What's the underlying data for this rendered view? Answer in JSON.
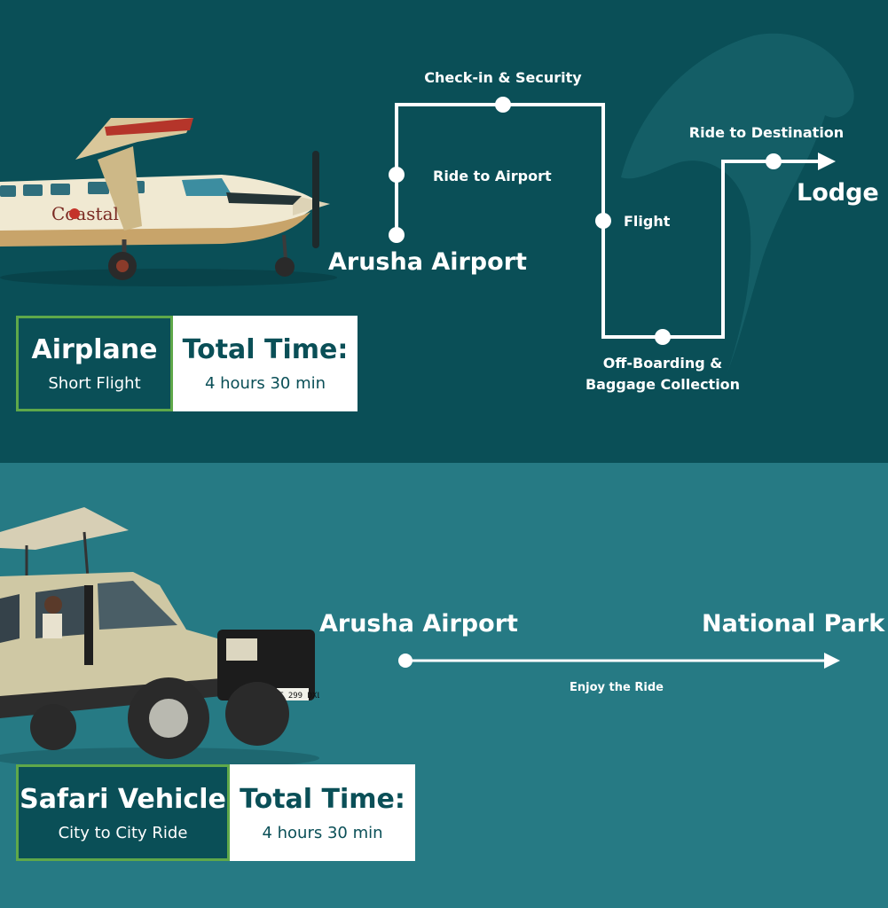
{
  "airplane_section": {
    "steps": {
      "check_in": "Check-in & Security",
      "ride_to_airport": "Ride to Airport",
      "flight": "Flight",
      "off_boarding": "Off-Boarding &\nBaggage Collection",
      "ride_to_destination": "Ride to Destination"
    },
    "start": "Arusha Airport",
    "end": "Lodge",
    "card": {
      "mode": "Airplane",
      "mode_subtitle": "Short Flight",
      "time_label": "Total Time:",
      "time_value": "4 hours 30 min"
    },
    "plane_logo": "Coastal"
  },
  "vehicle_section": {
    "start": "Arusha Airport",
    "end": "National Park",
    "route_label": "Enjoy the Ride",
    "card": {
      "mode": "Safari Vehicle",
      "mode_subtitle": "City to City Ride",
      "time_label": "Total Time:",
      "time_value": "4 hours 30 min"
    },
    "plate": "T 299 DXL"
  },
  "colors": {
    "top_bg": "#0a4f57",
    "bottom_bg": "#267a84",
    "card_border": "#5fa84a",
    "text_light": "#ffffff"
  }
}
